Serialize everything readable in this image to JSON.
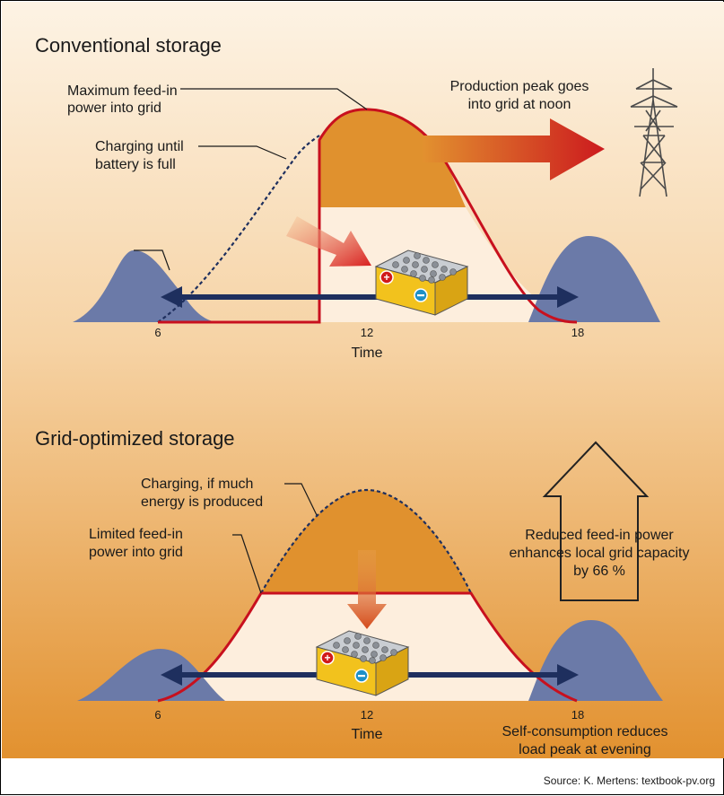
{
  "colors": {
    "bg_top": "#fdf3e4",
    "bg_bottom": "#e49a3a",
    "production_fill": "#e0912e",
    "curve_red": "#c8101e",
    "consumption_blue": "#6b7aa8",
    "arrow_navy": "#1e2f5e",
    "inner_light": "#fdeedd",
    "battery_yellow": "#f2c21d"
  },
  "top_panel": {
    "title": "Conventional storage",
    "ann_max_feed_in_1": "Maximum feed-in",
    "ann_max_feed_in_2": "power into grid",
    "ann_charging_1": "Charging until",
    "ann_charging_2": "battery is full",
    "ann_peak_1": "Production peak goes",
    "ann_peak_2": "into grid at noon",
    "tick_6": "6",
    "tick_12": "12",
    "tick_18": "18",
    "xlabel": "Time",
    "icon": "power-pylon-icon"
  },
  "bottom_panel": {
    "title": "Grid-optimized storage",
    "ann_charging_1": "Charging, if much",
    "ann_charging_2": "energy is produced",
    "ann_limited_1": "Limited feed-in",
    "ann_limited_2": "power into grid",
    "ann_reduced_1": "Reduced feed-in power",
    "ann_reduced_2": "enhances local grid capacity",
    "ann_reduced_3": "by 66 %",
    "tick_6": "6",
    "tick_12": "12",
    "tick_18": "18",
    "xlabel": "Time",
    "ann_self_1": "Self-consumption reduces",
    "ann_self_2": "load peak at evening",
    "icon": "up-arrow-outline-icon"
  },
  "source": "Source: K. Mertens: textbook-pv.org"
}
